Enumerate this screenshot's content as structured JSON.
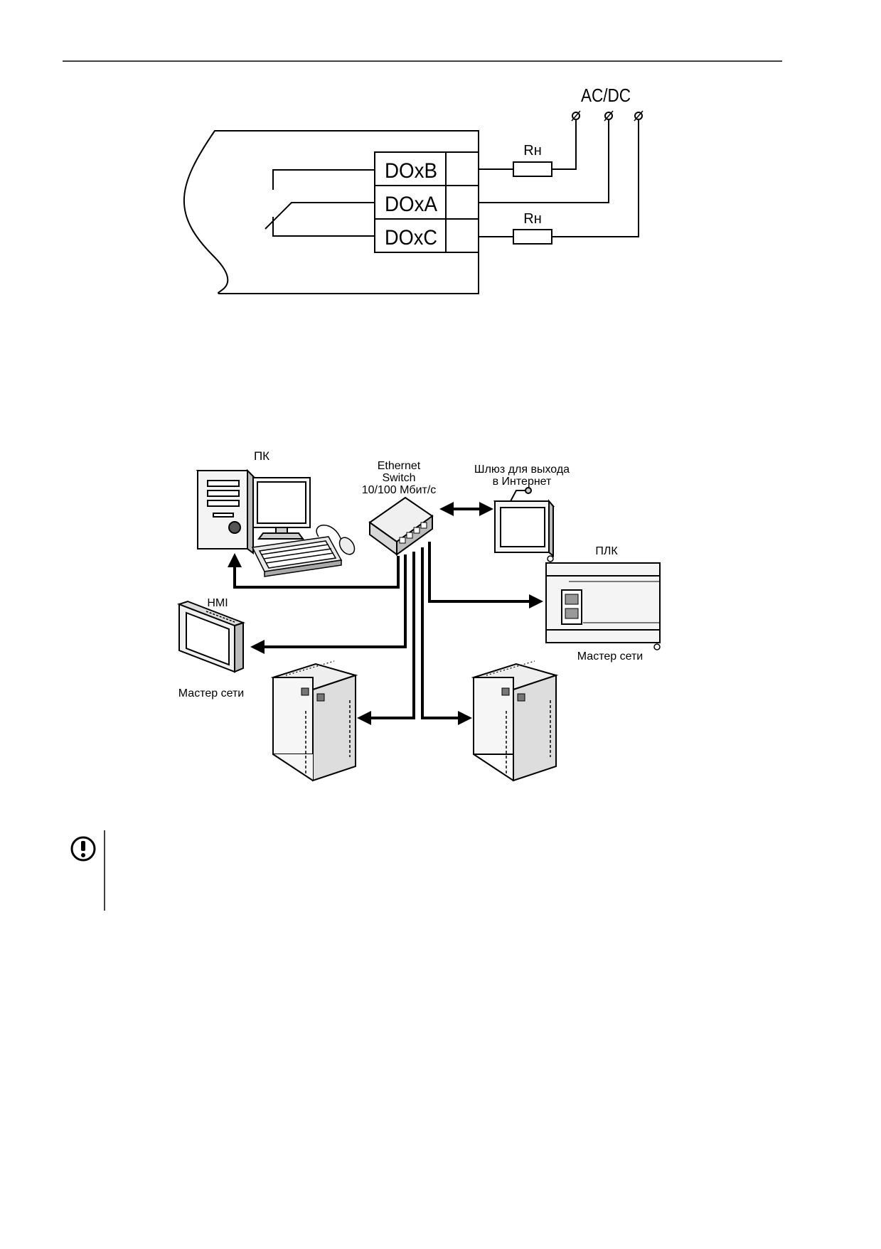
{
  "wiring": {
    "supply_label": "AC/DC",
    "resistor_top_label": "Rн",
    "resistor_bottom_label": "Rн",
    "terminals": [
      "DOxB",
      "DOxA",
      "DOxC"
    ]
  },
  "network": {
    "pc_label": "ПК",
    "switch_label": [
      "Ethernet",
      "Switch",
      "10/100 Мбит/с"
    ],
    "gateway_label": [
      "Шлюз для выхода",
      "в Интернет"
    ],
    "plc_label": "ПЛК",
    "plc_role": "Мастер сети",
    "hmi_label": "HMI",
    "hmi_role": "Мастер сети"
  },
  "notice": {
    "icon": "exclamation-circle-icon",
    "text": ""
  }
}
